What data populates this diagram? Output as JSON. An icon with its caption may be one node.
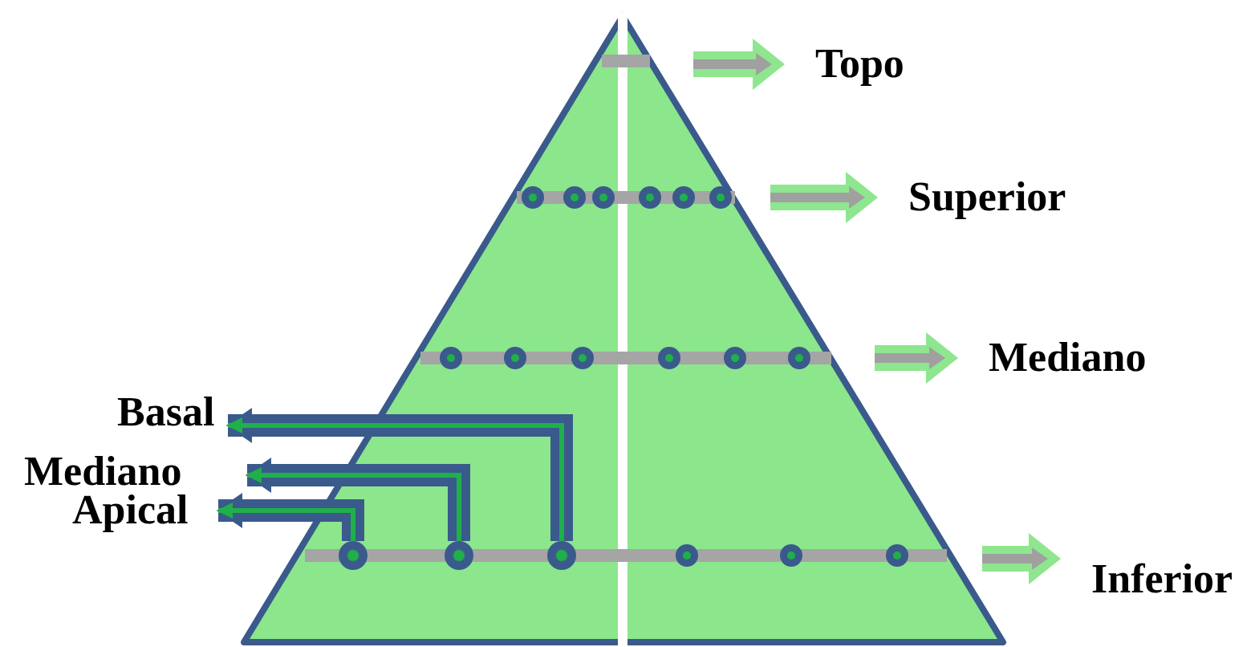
{
  "diagram": {
    "nodes": [
      {
        "text": [
          "Topo"
        ]
      },
      {
        "text": [
          "Superior"
        ]
      },
      {
        "text": [
          "Mediano"
        ]
      },
      {
        "text": [
          "Inferior"
        ]
      },
      {
        "text": [],
        "shape": "circle"
      },
      {
        "text": [],
        "shape": "circle"
      },
      {
        "text": [],
        "shape": "circle"
      },
      {
        "text": [
          "Basal"
        ]
      },
      {
        "text": [
          "Mediano"
        ]
      },
      {
        "text": [
          "Apical"
        ]
      }
    ],
    "edges": [
      {
        "from": null,
        "to": 0,
        "arrow": "to"
      },
      {
        "from": null,
        "to": 1,
        "arrow": "to"
      },
      {
        "from": null,
        "to": 2,
        "arrow": "to"
      },
      {
        "from": null,
        "to": 3,
        "arrow": "to"
      },
      {
        "from": 6,
        "to": 7,
        "arrow": "to",
        "style": "thick",
        "color": "#3a5a8c"
      },
      {
        "from": 5,
        "to": 8,
        "arrow": "to",
        "style": "thick",
        "color": "#3a5a8c"
      },
      {
        "from": 4,
        "to": 9,
        "arrow": "to",
        "style": "thick",
        "color": "#3a5a8c"
      }
    ]
  }
}
